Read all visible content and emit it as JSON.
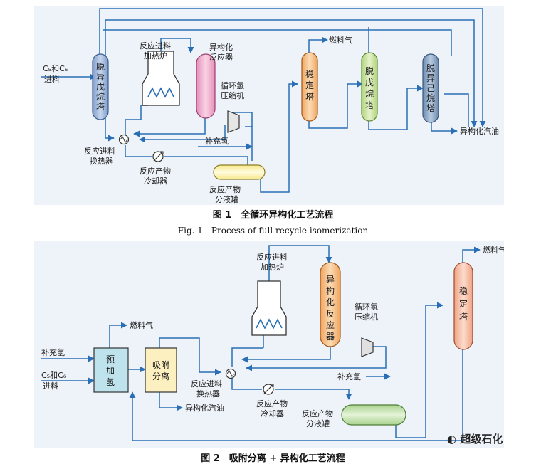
{
  "figure1": {
    "feed_line1": "C₅和C₆",
    "feed_line2": "进料",
    "deisopentanizer": "脱异戊烷塔",
    "heater_line1": "反应进料",
    "heater_line2": "加热炉",
    "reactor_line1": "异构化",
    "reactor_line2": "反应器",
    "compressor_line1": "循环氢",
    "compressor_line2": "压缩机",
    "stabilizer": "稳定塔",
    "depentanizer": "脱戊烷塔",
    "deisohexanizer": "脱异己烷塔",
    "fuel_gas": "燃料气",
    "isomerate": "异构化汽油",
    "exchanger_line1": "反应进料",
    "exchanger_line2": "换热器",
    "cooler_line1": "反应产物",
    "cooler_line2": "冷却器",
    "makeup_h2": "补充氢",
    "separator_line1": "反应产物",
    "separator_line2": "分液罐",
    "caption": "图 1　全循环异构化工艺流程",
    "caption_en": "Fig. 1　Process of full recycle isomerization"
  },
  "figure2": {
    "makeup_h2_in": "补充氢",
    "feed_line1": "C₅和C₆",
    "feed_line2": "进料",
    "prehydro": "预加氢",
    "fuel_gas_left": "燃料气",
    "adsorption": "吸附分离",
    "isomerate": "异构化汽油",
    "heater_line1": "反应进料",
    "heater_line2": "加热炉",
    "reactor": "异构化反应器",
    "compressor_line1": "循环氢",
    "compressor_line2": "压缩机",
    "exchanger_line1": "反应进料",
    "exchanger_line2": "换热器",
    "cooler_line1": "反应产物",
    "cooler_line2": "冷却器",
    "makeup_h2": "补充氢",
    "separator_line1": "反应产物",
    "separator_line2": "分液罐",
    "fuel_gas_right": "燃料气",
    "stabilizer": "稳定塔",
    "caption": "图 2　吸附分离 + 异构化工艺流程"
  },
  "watermark": "超级石化",
  "colors": {
    "panel_bg": "#eef3f9",
    "flow_line": "#2a6fb5",
    "tower_blue": "#9fb7db",
    "reactor_pink": "#f0b4d0",
    "tower_orange": "#f7c48f",
    "tower_green": "#cfe5a6",
    "tower_slate": "#8ea9c6",
    "separator_yellow": "#fbf3b6",
    "prehydro_cyan": "#bfe3ec",
    "adsorb_yellow": "#fcefc0",
    "separator_green": "#c9e6b4",
    "tower_salmon": "#f7c0a8"
  }
}
